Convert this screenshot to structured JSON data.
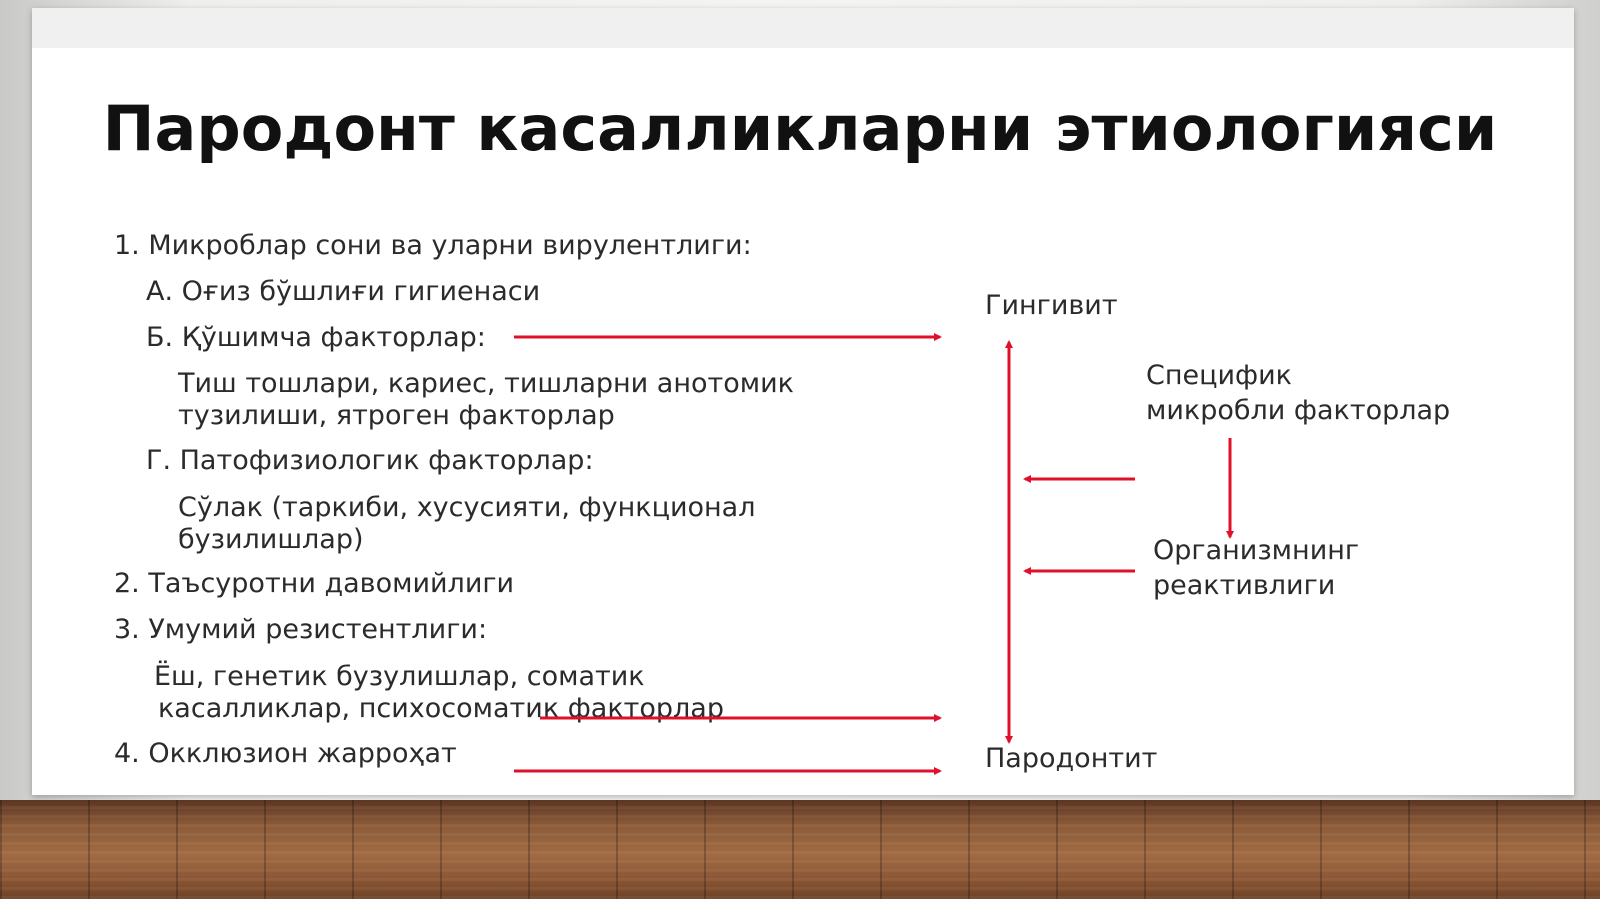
{
  "title": "Пародонт касалликларни этиологияси",
  "list": {
    "item1": "1. Микроблар сони ва уларни вирулентлиги:",
    "item1a": "А. Оғиз бўшлиғи гигиенаси",
    "item1b": "Б. Қўшимча факторлар:",
    "item1b_line1": "Тиш тошлари, кариес, тишларни анотомик",
    "item1b_line2": "тузилиши, ятроген факторлар",
    "item1g": "Г. Патофизиологик факторлар:",
    "item1g_line1": "Сўлак (таркиби, хусусияти, функционал",
    "item1g_line2": "бузилишлар)",
    "item2": "2. Таъсуротни давомийлиги",
    "item3": "3. Умумий резистентлиги:",
    "item3_line1": "Ёш, генетик бузулишлар, соматик",
    "item3_line2": "касалликлар, психосоматик факторлар",
    "item4": "4. Окклюзион жарроҳат"
  },
  "diagram": {
    "top_label": "Гингивит",
    "bottom_label": "Пародонтит",
    "specific_line1": "Специфик",
    "specific_line2": "микробли факторлар",
    "organism_line1": "Организмнинг",
    "organism_line2": "реактивлиги"
  },
  "colors": {
    "arrow": "#e0102a",
    "text": "#2b2b2b",
    "title": "#111111"
  }
}
